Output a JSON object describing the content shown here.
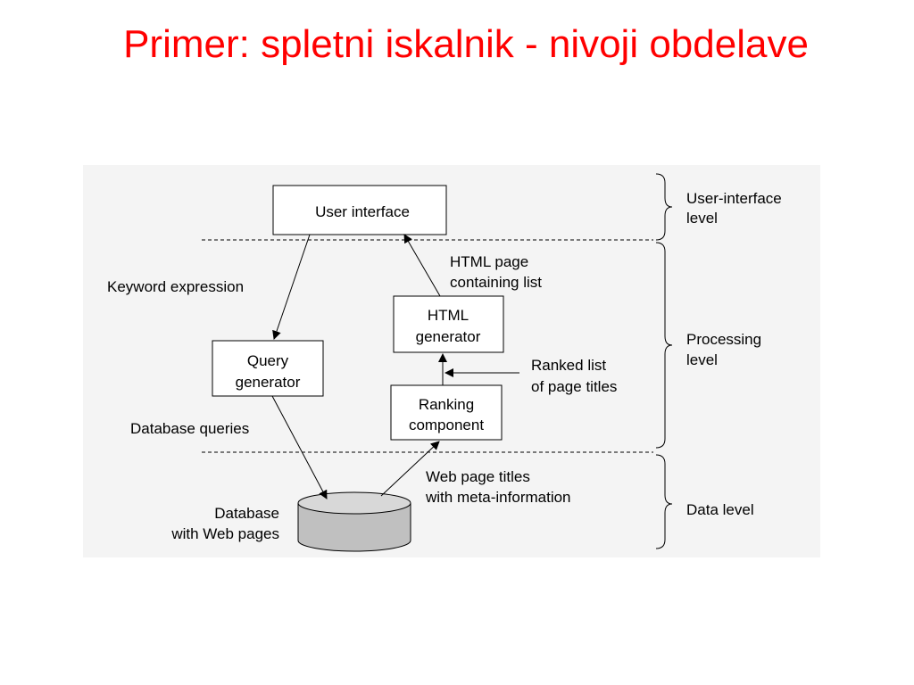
{
  "title": "Primer: spletni iskalnik - nivoji obdelave",
  "diagram": {
    "components": {
      "user_interface": "User interface",
      "html_generator": [
        "HTML",
        "generator"
      ],
      "query_generator": [
        "Query",
        "generator"
      ],
      "ranking_component": [
        "Ranking",
        "component"
      ],
      "database": [
        "Database",
        "with Web pages"
      ]
    },
    "flows": {
      "keyword_expression": "Keyword expression",
      "html_page": [
        "HTML page",
        "containing list"
      ],
      "ranked_list": [
        "Ranked list",
        "of page titles"
      ],
      "database_queries": "Database queries",
      "web_page_titles": [
        "Web page titles",
        "with meta-information"
      ]
    },
    "levels": {
      "user_interface": [
        "User-interface",
        "level"
      ],
      "processing": [
        "Processing",
        "level"
      ],
      "data": "Data level"
    }
  }
}
